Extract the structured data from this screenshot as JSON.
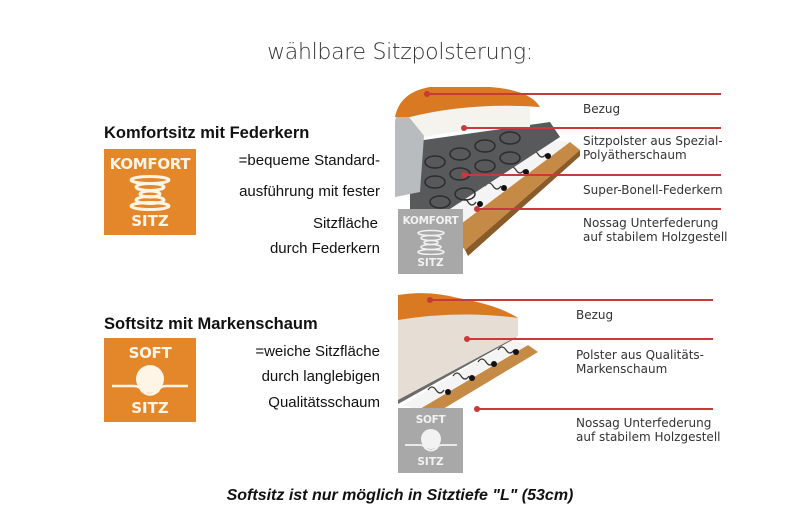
{
  "title": "wählbare Sitzpolsterung:",
  "komfort": {
    "heading": "Komfortsitz mit Federkern",
    "badge": {
      "top": "KOMFORT",
      "bottom": "SITZ",
      "icon": "spring-icon",
      "color": "#e4862a"
    },
    "description": [
      "=bequeme Standard-",
      "ausführung mit fester",
      "Sitzfläche",
      "durch Federkern"
    ],
    "diagram": {
      "badge": {
        "top": "KOMFORT",
        "bottom": "SITZ",
        "color": "#a8a8a8"
      },
      "labels": [
        "Bezug",
        "Sitzpolster aus Spezial-\nPolyätherschaum",
        "Super-Bonell-Federkern",
        "Nossag Unterfederung\nauf stabilem Holzgestell"
      ]
    }
  },
  "soft": {
    "heading": "Softsitz mit Markenschaum",
    "badge": {
      "top": "SOFT",
      "bottom": "SITZ",
      "icon": "foam-ball-icon",
      "color": "#e4862a"
    },
    "description": [
      "=weiche Sitzfläche",
      "durch langlebigen",
      "Qualitätsschaum"
    ],
    "diagram": {
      "badge": {
        "top": "SOFT",
        "bottom": "SITZ",
        "color": "#a8a8a8"
      },
      "labels": [
        "Bezug",
        "Polster aus Qualitäts-\nMarkenschaum",
        "Nossag Unterfederung\nauf stabilem Holzgestell"
      ]
    }
  },
  "footer": "Softsitz ist nur möglich in Sitztiefe \"L\" (53cm)",
  "colors": {
    "orange": "#e4862a",
    "callout_red": "#c9383a",
    "grey_badge": "#a8a8a8",
    "wood": "#c58a45"
  }
}
